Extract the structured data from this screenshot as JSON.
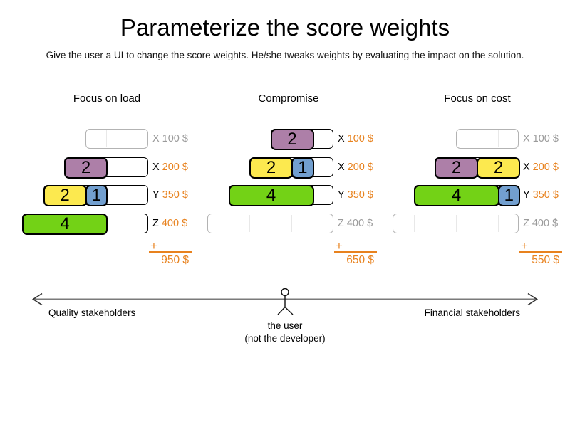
{
  "page": {
    "title": "Parameterize the score weights",
    "subtitle": "Give the user a UI to change the score weights. He/she tweaks weights by evaluating the impact on the solution."
  },
  "colors": {
    "purple": "#ad7fa8",
    "yellow": "#fce94f",
    "blue": "#729fcf",
    "green": "#73d216",
    "orange": "#e8821e",
    "inactive_gray": "#9b9b9b",
    "active_text": "#000000",
    "inactive_border": "#b3b3b3",
    "axis_line": "#7a7a7a",
    "arrowhead": "#333333"
  },
  "scenarios": [
    {
      "title": "Focus on load",
      "plus": "+",
      "total": "950 $",
      "rows": [
        {
          "machine": "X",
          "cost": "100 $",
          "capacity": 3,
          "active": false,
          "blocks": []
        },
        {
          "machine": "X",
          "cost": "200 $",
          "capacity": 4,
          "active": true,
          "blocks": [
            {
              "value": "2",
              "color": "purple"
            }
          ]
        },
        {
          "machine": "Y",
          "cost": "350 $",
          "capacity": 5,
          "active": true,
          "blocks": [
            {
              "value": "2",
              "color": "yellow"
            },
            {
              "value": "1",
              "color": "blue"
            }
          ]
        },
        {
          "machine": "Z",
          "cost": "400 $",
          "capacity": 6,
          "active": true,
          "blocks": [
            {
              "value": "4",
              "color": "green"
            }
          ]
        }
      ]
    },
    {
      "title": "Compromise",
      "plus": "+",
      "total": "650 $",
      "rows": [
        {
          "machine": "X",
          "cost": "100 $",
          "capacity": 3,
          "active": true,
          "blocks": [
            {
              "value": "2",
              "color": "purple"
            }
          ]
        },
        {
          "machine": "X",
          "cost": "200 $",
          "capacity": 4,
          "active": true,
          "blocks": [
            {
              "value": "2",
              "color": "yellow"
            },
            {
              "value": "1",
              "color": "blue"
            }
          ]
        },
        {
          "machine": "Y",
          "cost": "350 $",
          "capacity": 5,
          "active": true,
          "blocks": [
            {
              "value": "4",
              "color": "green"
            }
          ]
        },
        {
          "machine": "Z",
          "cost": "400 $",
          "capacity": 6,
          "active": false,
          "blocks": []
        }
      ]
    },
    {
      "title": "Focus on cost",
      "plus": "+",
      "total": "550 $",
      "rows": [
        {
          "machine": "X",
          "cost": "100 $",
          "capacity": 3,
          "active": false,
          "blocks": []
        },
        {
          "machine": "X",
          "cost": "200 $",
          "capacity": 4,
          "active": true,
          "blocks": [
            {
              "value": "2",
              "color": "purple"
            },
            {
              "value": "2",
              "color": "yellow"
            }
          ]
        },
        {
          "machine": "Y",
          "cost": "350 $",
          "capacity": 5,
          "active": true,
          "blocks": [
            {
              "value": "4",
              "color": "green"
            },
            {
              "value": "1",
              "color": "blue"
            }
          ]
        },
        {
          "machine": "Z",
          "cost": "400 $",
          "capacity": 6,
          "active": false,
          "blocks": []
        }
      ]
    }
  ],
  "axis": {
    "left_label": "Quality stakeholders",
    "right_label": "Financial stakeholders",
    "center_label_line1": "the user",
    "center_label_line2": "(not the developer)"
  }
}
